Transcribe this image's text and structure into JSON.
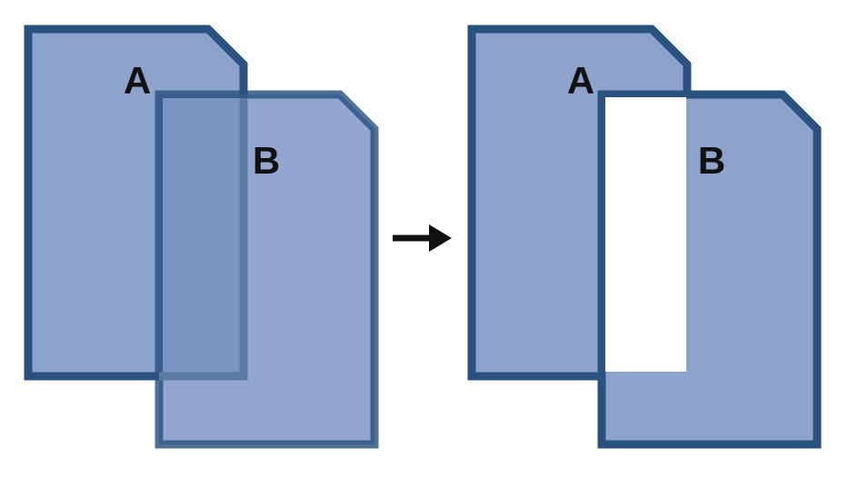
{
  "before": {
    "doc_a": {
      "label": "A"
    },
    "doc_b": {
      "label": "B"
    }
  },
  "after": {
    "doc_a": {
      "label": "A"
    },
    "doc_b": {
      "label": "B"
    }
  },
  "colors": {
    "document_fill": "#8ea3cb",
    "document_border": "#2a5280",
    "overlap_fill": "#7a93c0",
    "cleared_region": "#ffffff",
    "arrow": "#111111"
  },
  "icons": {
    "transition": "right-arrow-icon"
  }
}
